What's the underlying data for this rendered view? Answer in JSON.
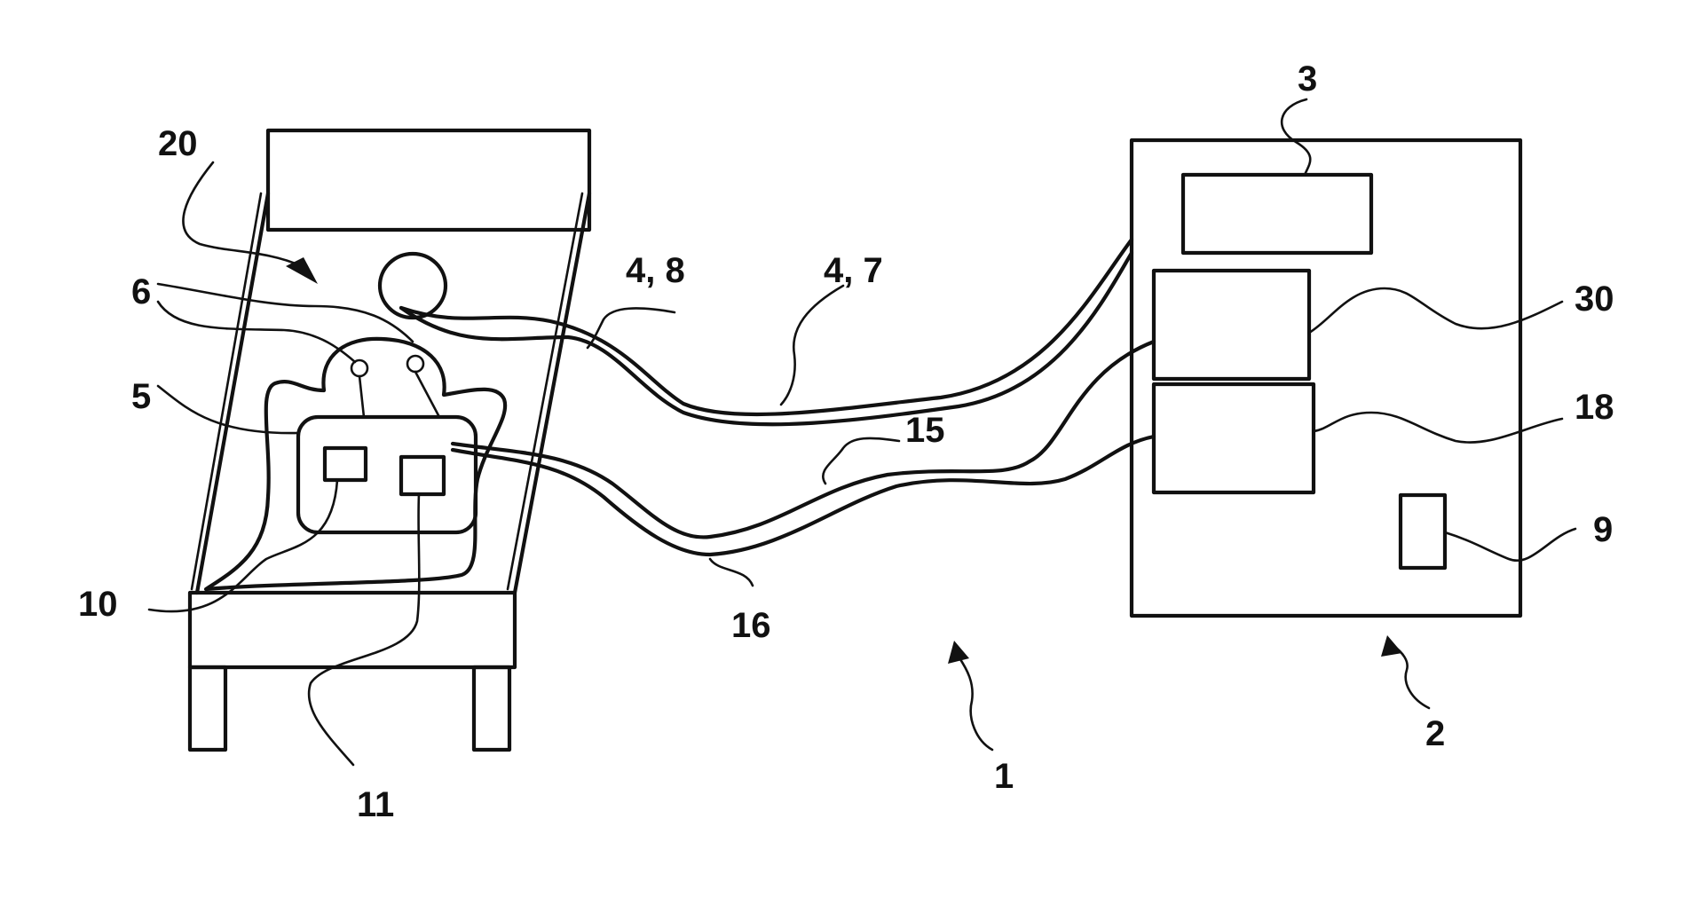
{
  "labels": {
    "l20": "20",
    "l6": "6",
    "l5": "5",
    "l10": "10",
    "l11": "11",
    "l48": "4, 8",
    "l47": "4, 7",
    "l15": "15",
    "l16": "16",
    "l1": "1",
    "l3": "3",
    "l30": "30",
    "l18": "18",
    "l9": "9",
    "l2": "2"
  }
}
